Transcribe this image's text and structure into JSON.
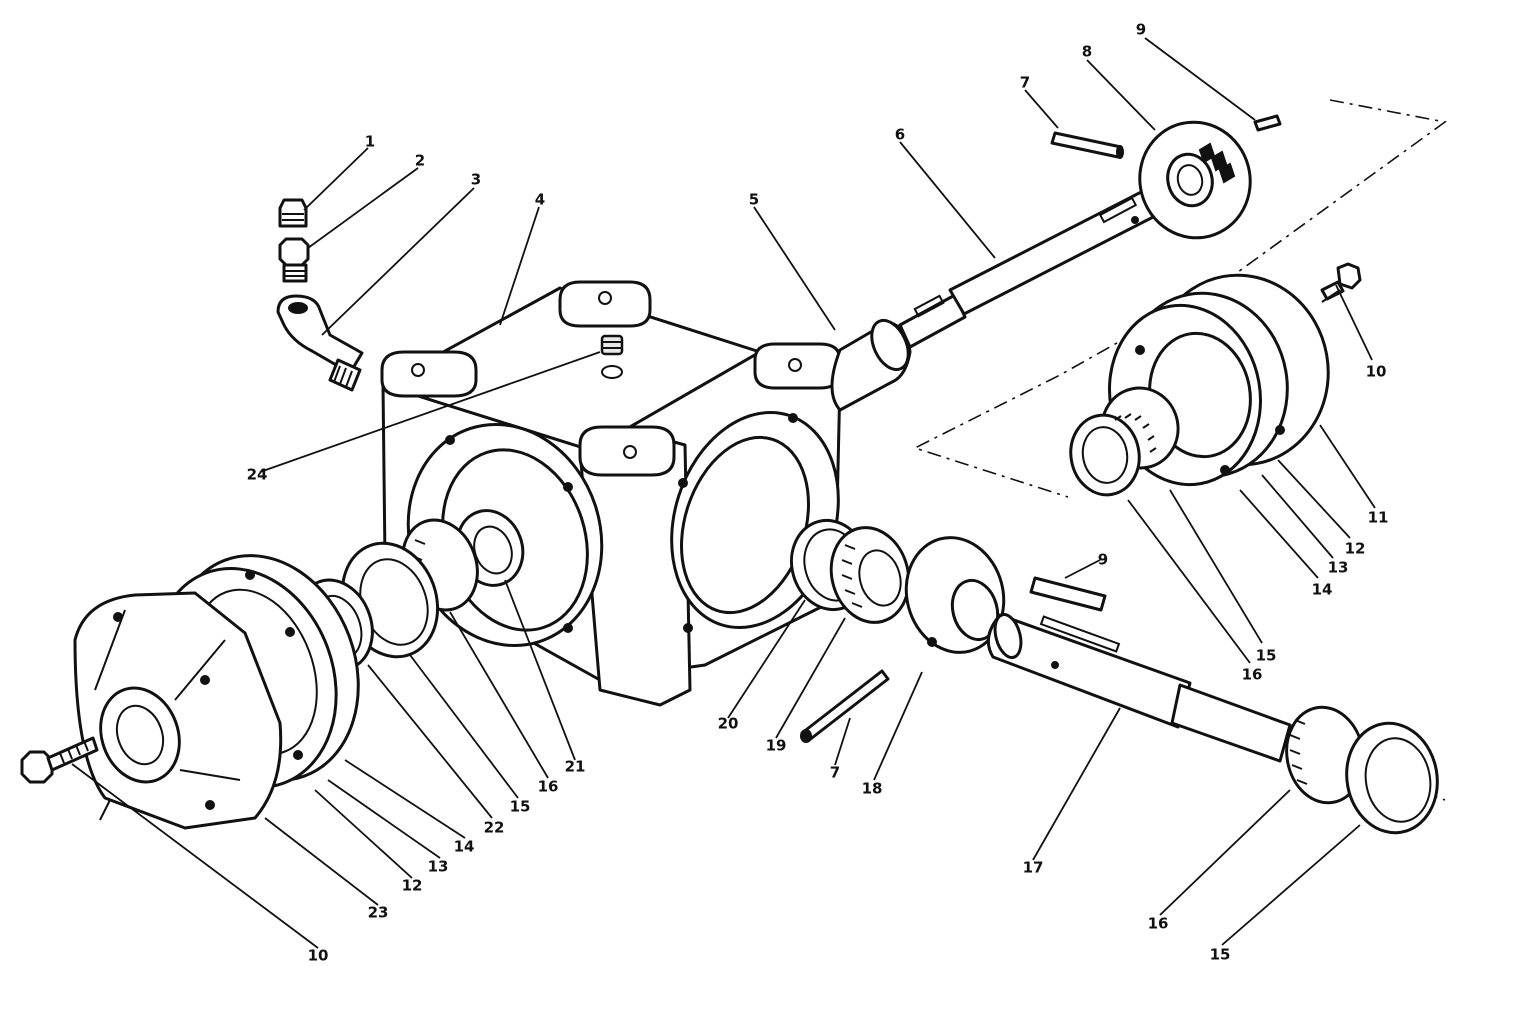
{
  "callouts": {
    "c1": "1",
    "c2": "2",
    "c3": "3",
    "c4": "4",
    "c5": "5",
    "c6": "6",
    "c7a": "7",
    "c7b": "7",
    "c8": "8",
    "c9a": "9",
    "c9b": "9",
    "c10a": "10",
    "c10b": "10",
    "c11": "11",
    "c12a": "12",
    "c12b": "12",
    "c13a": "13",
    "c13b": "13",
    "c14a": "14",
    "c14b": "14",
    "c15a": "15",
    "c15b": "15",
    "c15c": "15",
    "c16a": "16",
    "c16b": "16",
    "c16c": "16",
    "c17": "17",
    "c18": "18",
    "c19": "19",
    "c20": "20",
    "c21": "21",
    "c22": "22",
    "c23": "23",
    "c24": "24"
  },
  "colors": {
    "ink": "#111111",
    "paper": "#ffffff",
    "shade": "#e8e8e8"
  }
}
